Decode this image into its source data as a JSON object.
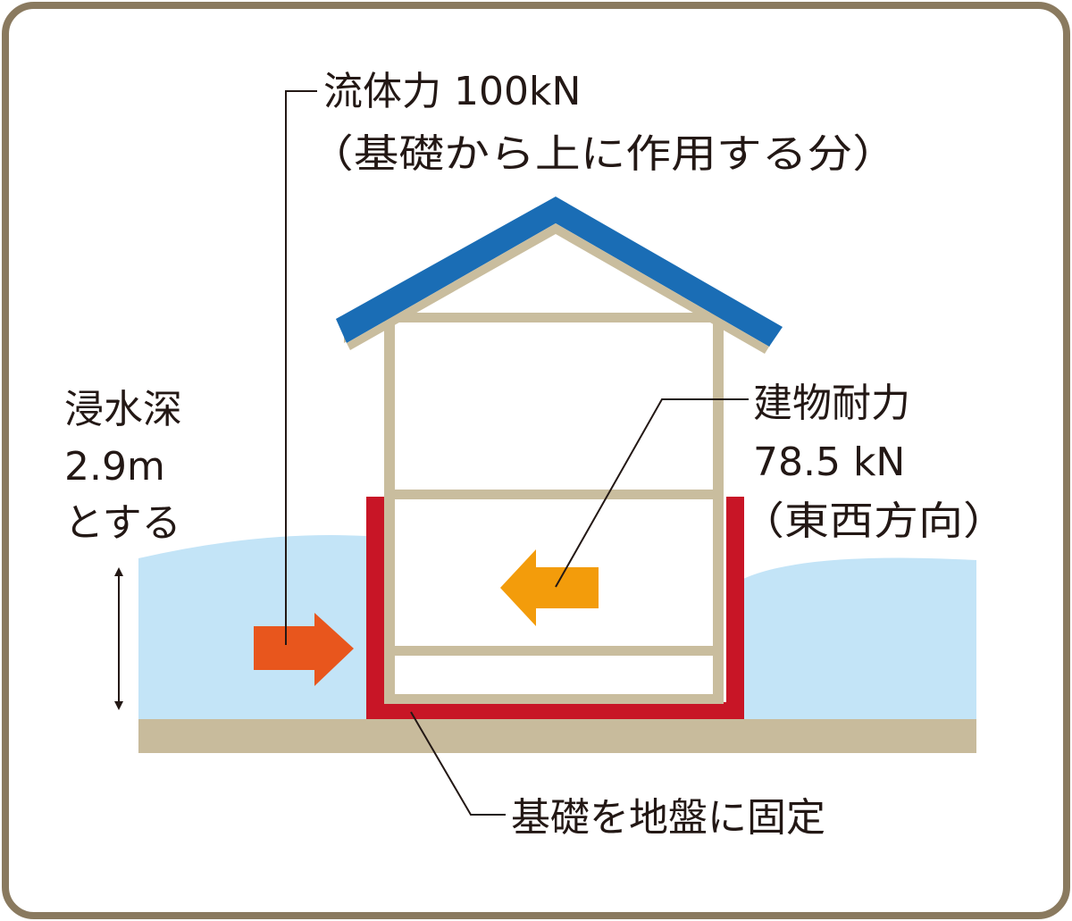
{
  "labels": {
    "fluid_force_line1": "流体力 100kN",
    "fluid_force_line2": "（基礎から上に作用する分）",
    "flood_depth_line1": "浸水深",
    "flood_depth_line2": "2.9m",
    "flood_depth_line3": "とする",
    "building_strength_line1": "建物耐力",
    "building_strength_line2": "78.5 kN",
    "building_strength_line3": "（東西方向）",
    "foundation": "基礎を地盤に固定"
  },
  "colors": {
    "frame_border": "#8a7a5f",
    "water": "#c3e4f7",
    "ground": "#c8bb9c",
    "house_frame": "#c9bd9e",
    "roof": "#1a6db5",
    "foundation": "#c81526",
    "fluid_arrow": "#e8561d",
    "resistance_arrow": "#f39c0b",
    "line": "#231815"
  },
  "icons": {
    "fluid_arrow": "arrow-right-icon",
    "resistance_arrow": "arrow-left-icon",
    "depth_marker": "double-arrow-vertical-icon"
  }
}
